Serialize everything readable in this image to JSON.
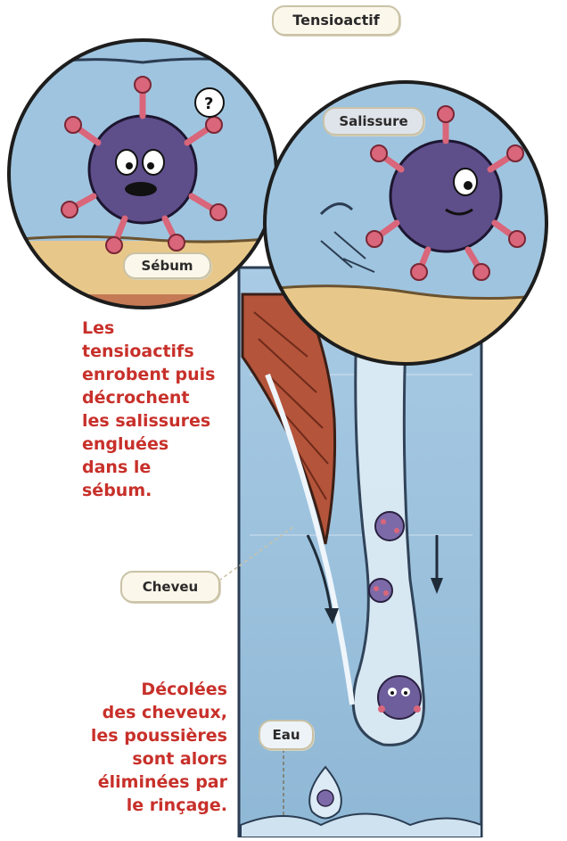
{
  "labels": {
    "tensioactif": "Tensioactif",
    "salissure": "Salissure",
    "sebum": "Sébum",
    "cheveu": "Cheveu",
    "eau": "Eau"
  },
  "captions": {
    "top": "Les\ntensioactifs\nenrobent puis\ndécrochent\nles salissures\nengluées\ndans le\nsébum.",
    "bottom": "Décolées\ndes cheveux,\nles poussières\nsont alors\néliminées par\nle rinçage."
  },
  "colors": {
    "water": "#9fc4df",
    "sebum": "#e8c88a",
    "hair": "#b4543a",
    "germ": "#5e4e8a",
    "spike": "#d9667a",
    "caption_red": "#c8302a"
  }
}
